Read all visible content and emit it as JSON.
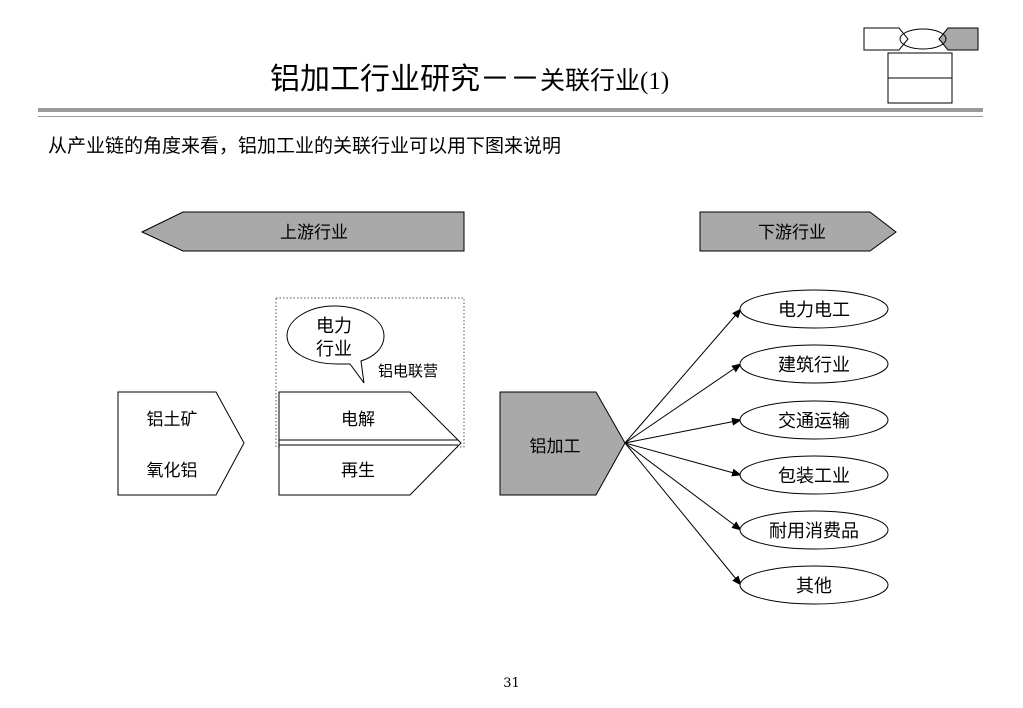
{
  "header": {
    "title_main": "铝加工行业研究",
    "title_dash": "－－",
    "title_sub": "关联行业",
    "title_num": "(1)"
  },
  "subtitle": "从产业链的角度来看，铝加工业的关联行业可以用下图来说明",
  "diagram": {
    "upstream_label": "上游行业",
    "downstream_label": "下游行业",
    "raw_materials": [
      "铝土矿",
      "氧化铝"
    ],
    "power_bubble_line1": "电力",
    "power_bubble_line2": "行业",
    "integration_label": "铝电联营",
    "electrolysis_label": "电解",
    "recycling_label": "再生",
    "center_label": "铝加工",
    "downstream_industries": [
      "电力电工",
      "建筑行业",
      "交通运输",
      "包装工业",
      "耐用消费品",
      "其他"
    ],
    "colors": {
      "fill_gray": "#a9a9a9",
      "stroke": "#000000"
    }
  },
  "page_number": "31"
}
